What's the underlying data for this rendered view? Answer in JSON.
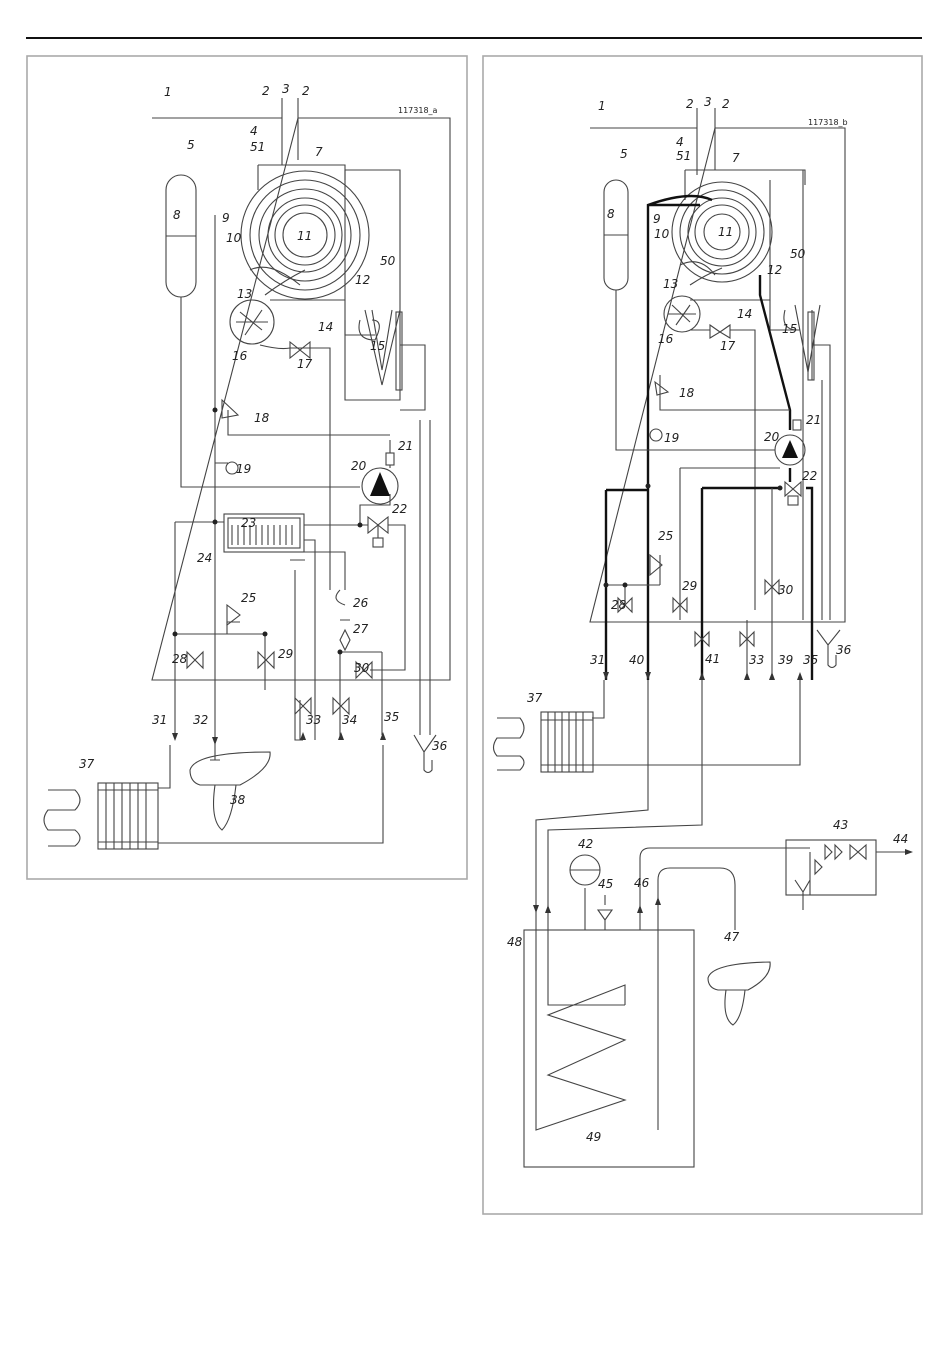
{
  "colors": {
    "line": "#444444",
    "bold_line": "#111111",
    "frame": "#aaaaaa",
    "text": "#222222"
  },
  "diagram_a": {
    "code": "117318_a",
    "labels": [
      "1",
      "2",
      "3",
      "2",
      "4",
      "51",
      "5",
      "7",
      "8",
      "9",
      "10",
      "11",
      "50",
      "12",
      "13",
      "14",
      "15",
      "16",
      "17",
      "18",
      "21",
      "19",
      "20",
      "23",
      "22",
      "24",
      "26",
      "25",
      "27",
      "28",
      "29",
      "30",
      "31",
      "32",
      "33",
      "34",
      "35",
      "36",
      "37",
      "38"
    ]
  },
  "diagram_b": {
    "code": "117318_b",
    "labels": [
      "1",
      "2",
      "3",
      "2",
      "4",
      "51",
      "5",
      "7",
      "8",
      "9",
      "10",
      "11",
      "50",
      "12",
      "13",
      "14",
      "15",
      "16",
      "17",
      "18",
      "21",
      "19",
      "20",
      "22",
      "25",
      "29",
      "28",
      "30",
      "31",
      "40",
      "41",
      "33",
      "39",
      "35",
      "36",
      "37",
      "43",
      "44",
      "42",
      "45",
      "46",
      "47",
      "48",
      "49"
    ]
  }
}
